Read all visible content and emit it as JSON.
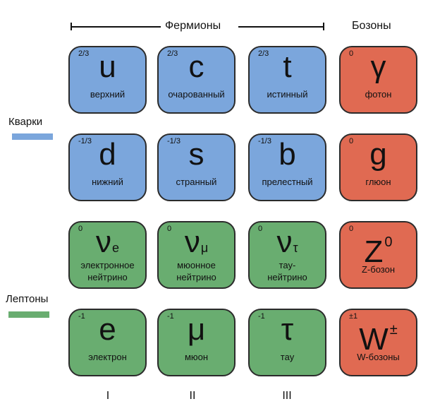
{
  "header": {
    "fermions": "Фермионы",
    "bosons": "Бозоны"
  },
  "legend": {
    "quarks": "Кварки",
    "leptons": "Лептоны",
    "quark_color": "#7ba6dc",
    "lepton_color": "#69ad70",
    "boson_color": "#e06a52"
  },
  "particles": {
    "up": {
      "charge": "2/3",
      "symbol": "u",
      "name": "верхний"
    },
    "charm": {
      "charge": "2/3",
      "symbol": "c",
      "name": "очарованный"
    },
    "top": {
      "charge": "2/3",
      "symbol": "t",
      "name": "истинный"
    },
    "photon": {
      "charge": "0",
      "symbol": "γ",
      "name": "фотон"
    },
    "down": {
      "charge": "-1/3",
      "symbol": "d",
      "name": "нижний"
    },
    "strange": {
      "charge": "-1/3",
      "symbol": "s",
      "name": "странный"
    },
    "bottom": {
      "charge": "-1/3",
      "symbol": "b",
      "name": "прелестный"
    },
    "gluon": {
      "charge": "0",
      "symbol": "g",
      "name": "глюон"
    },
    "nu_e": {
      "charge": "0",
      "symbol": "ν",
      "sub": "e",
      "name": "электронное\nнейтрино"
    },
    "nu_mu": {
      "charge": "0",
      "symbol": "ν",
      "sub": "μ",
      "name": "мюонное\nнейтрино"
    },
    "nu_tau": {
      "charge": "0",
      "symbol": "ν",
      "sub": "τ",
      "name": "тау-\nнейтрино"
    },
    "z_boson": {
      "charge": "0",
      "symbol": "Z",
      "sup": "0",
      "name": "Z-бозон"
    },
    "electron": {
      "charge": "-1",
      "symbol": "e",
      "name": "электрон"
    },
    "muon": {
      "charge": "-1",
      "symbol": "μ",
      "name": "мюон"
    },
    "tau": {
      "charge": "-1",
      "symbol": "τ",
      "name": "тау"
    },
    "w_boson": {
      "charge": "±1",
      "symbol": "W",
      "sup": "±",
      "name": "W-бозоны"
    }
  },
  "generations": [
    "I",
    "II",
    "III"
  ]
}
